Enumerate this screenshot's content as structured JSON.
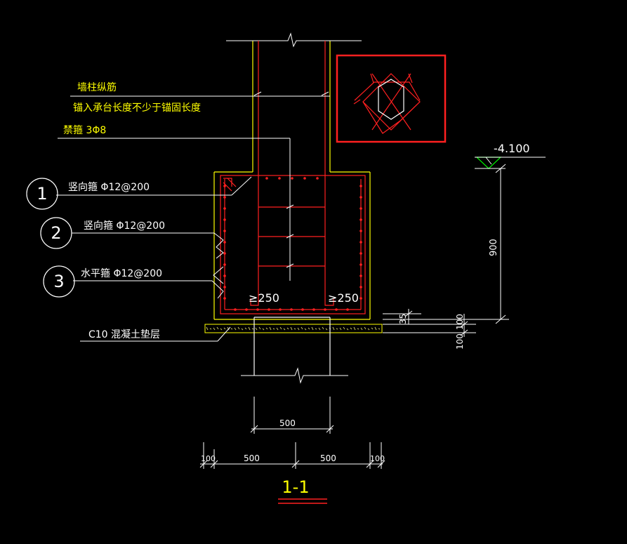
{
  "drawing": {
    "colors": {
      "background": "#000000",
      "white": "#ffffff",
      "yellow": "#ffff00",
      "red": "#ff2020",
      "green": "#00ff00",
      "cyan": "#00ffff",
      "hatch": "#c8c860"
    },
    "annotations": {
      "wall_rebar_title": "墙柱纵筋",
      "wall_rebar_note": "锚入承台长度不少于锚固长度",
      "stirrup_label": "禁箍  3Φ8",
      "item1_label": "竖向箍     Φ12@200",
      "item2_label": "竖向箍     Φ12@200",
      "item3_label": "水平箍     Φ12@200",
      "cushion_label": "C10 混凝土垫层",
      "anchor_left": "≥250",
      "anchor_right": "≥250"
    },
    "circles": {
      "c1": "1",
      "c2": "2",
      "c3": "3"
    },
    "elevation": {
      "level": "-4.100",
      "height_900": "900",
      "dim_35": "35",
      "dim_100a": "100",
      "dim_100b": "100"
    },
    "dimensions": {
      "col_width": "500",
      "seg1": "100",
      "seg2": "500",
      "seg3": "500",
      "seg4": "100"
    },
    "section_title": "1-1"
  }
}
